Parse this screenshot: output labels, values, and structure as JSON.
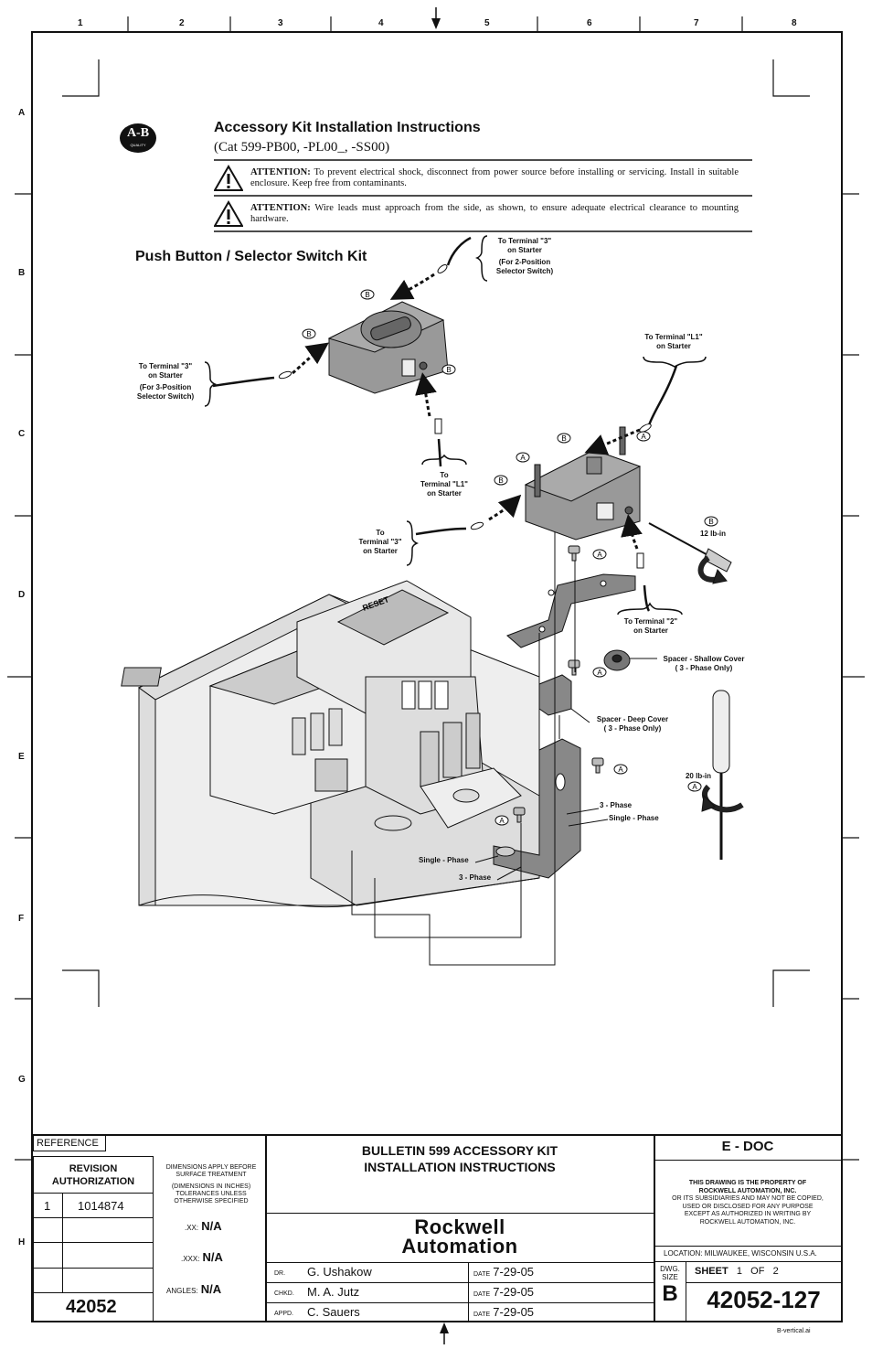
{
  "zones": {
    "columns": [
      "1",
      "2",
      "3",
      "4",
      "5",
      "6",
      "7",
      "8"
    ],
    "rows": [
      "A",
      "B",
      "C",
      "D",
      "E",
      "F",
      "G",
      "H"
    ]
  },
  "logo": {
    "text": "A-B",
    "sub": "QUALITY"
  },
  "header": {
    "title": "Accessory Kit Installation Instructions",
    "subtitle": "(Cat 599-PB00, -PL00_, -SS00)"
  },
  "attentions": [
    {
      "label": "ATTENTION:",
      "text": "To prevent electrical shock, disconnect from power source before installing or servicing. Install in suitable enclosure. Keep free from contaminants."
    },
    {
      "label": "ATTENTION:",
      "text": "Wire leads must approach from the side, as shown, to ensure adequate electrical clearance to mounting hardware."
    }
  ],
  "kit_title": "Push Button / Selector Switch Kit",
  "diagram_labels": {
    "term3_2pos": [
      "To Terminal \"3\"",
      "on Starter",
      "(For 2-Position",
      "Selector Switch)"
    ],
    "term3_3pos": [
      "To Terminal \"3\"",
      "on Starter",
      "(For 3-Position",
      "Selector Switch)"
    ],
    "term_l1_right": [
      "To Terminal \"L1\"",
      "on Starter"
    ],
    "term_l1_center": [
      "To",
      "Terminal \"L1\"",
      "on Starter"
    ],
    "term3_center": [
      "To",
      "Terminal \"3\"",
      "on Starter"
    ],
    "term2": [
      "To Terminal \"2\"",
      "on Starter"
    ],
    "torque_12": "12 lb-in",
    "torque_20": "20 lb-in",
    "spacer_shallow": [
      "Spacer - Shallow Cover",
      "( 3 - Phase Only)"
    ],
    "spacer_deep": [
      "Spacer - Deep Cover",
      "( 3 - Phase Only)"
    ],
    "three_phase": "3 - Phase",
    "single_phase": "Single - Phase",
    "callout_a": "A",
    "callout_b": "B",
    "reset": "RESET"
  },
  "title_block": {
    "reference": "REFERENCE",
    "revision_authorization": [
      "REVISION",
      "AUTHORIZATION"
    ],
    "revision_number": "1",
    "revision_value": "1014874",
    "part_prefix": "42052",
    "dimension_notes": [
      "DIMENSIONS APPLY BEFORE",
      "SURFACE TREATMENT",
      "",
      "(DIMENSIONS IN INCHES)",
      "TOLERANCES UNLESS",
      "OTHERWISE SPECIFIED"
    ],
    "tol_xx_label": ".XX:",
    "tol_xx_value": "N/A",
    "tol_xxx_label": ".XXX:",
    "tol_xxx_value": "N/A",
    "angles_label": "ANGLES:",
    "angles_value": "N/A",
    "doc_title": [
      "BULLETIN 599 ACCESSORY KIT",
      "INSTALLATION INSTRUCTIONS"
    ],
    "company": [
      "Rockwell",
      "Automation"
    ],
    "dr_label": "DR.",
    "dr_name": "G. Ushakow",
    "chkd_label": "CHKD.",
    "chkd_name": "M. A. Jutz",
    "appd_label": "APPD.",
    "appd_name": "C. Sauers",
    "date_label": "DATE",
    "date_dr": "7-29-05",
    "date_chkd": "7-29-05",
    "date_appd": "7-29-05",
    "edoc": "E - DOC",
    "property_notice": [
      "THIS DRAWING IS THE PROPERTY OF",
      "ROCKWELL AUTOMATION, INC.",
      "OR ITS SUBSIDIARIES AND MAY NOT BE COPIED,",
      "USED OR DISCLOSED FOR ANY PURPOSE",
      "EXCEPT AS AUTHORIZED IN WRITING BY",
      "ROCKWELL AUTOMATION, INC."
    ],
    "location": "LOCATION:  MILWAUKEE,  WISCONSIN  U.S.A.",
    "dwg_size_label": [
      "DWG.",
      "SIZE"
    ],
    "dwg_size": "B",
    "sheet_label": "SHEET",
    "sheet_num": "1",
    "sheet_of": "OF",
    "sheet_total": "2",
    "dwg_number": "42052-127"
  },
  "file_name": "B-vertical.ai"
}
